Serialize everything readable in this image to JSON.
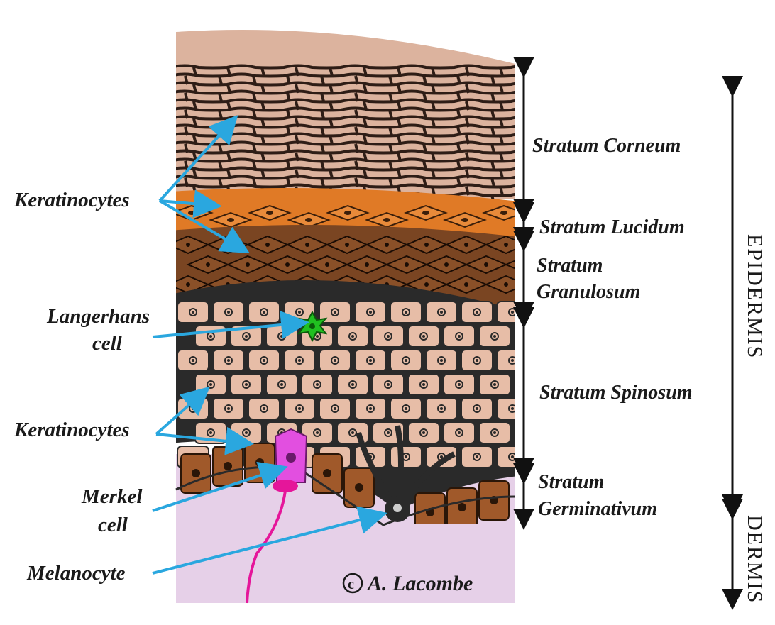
{
  "labels": {
    "keratinocytes_top": "Keratinocytes",
    "langerhans_line1": "Langerhans",
    "langerhans_line2": "cell",
    "keratinocytes_bottom": "Keratinocytes",
    "merkel_line1": "Merkel",
    "merkel_line2": "cell",
    "melanocyte": "Melanocyte"
  },
  "layers": {
    "corneum": "Stratum Corneum",
    "lucidum": "Stratum Lucidum",
    "granulosum_line1": "Stratum",
    "granulosum_line2": "Granulosum",
    "spinosum": "Stratum Spinosum",
    "germinativum_line1": "Stratum",
    "germinativum_line2": "Germinativum"
  },
  "regions": {
    "epidermis": "EPIDERMIS",
    "dermis": "DERMIS"
  },
  "credit": "A. Lacombe",
  "colors": {
    "corneum": "#dcb39e",
    "corneum_dark": "#2e1d16",
    "lucidum": "#e07a26",
    "granulosum": "#7a4522",
    "spinosum": "#e7bda7",
    "germinativum": "#a0592a",
    "dermis": "#e6d0e8",
    "arrow": "#2aa7df",
    "langerhans": "#20c020",
    "merkel": "#e24fe0"
  }
}
